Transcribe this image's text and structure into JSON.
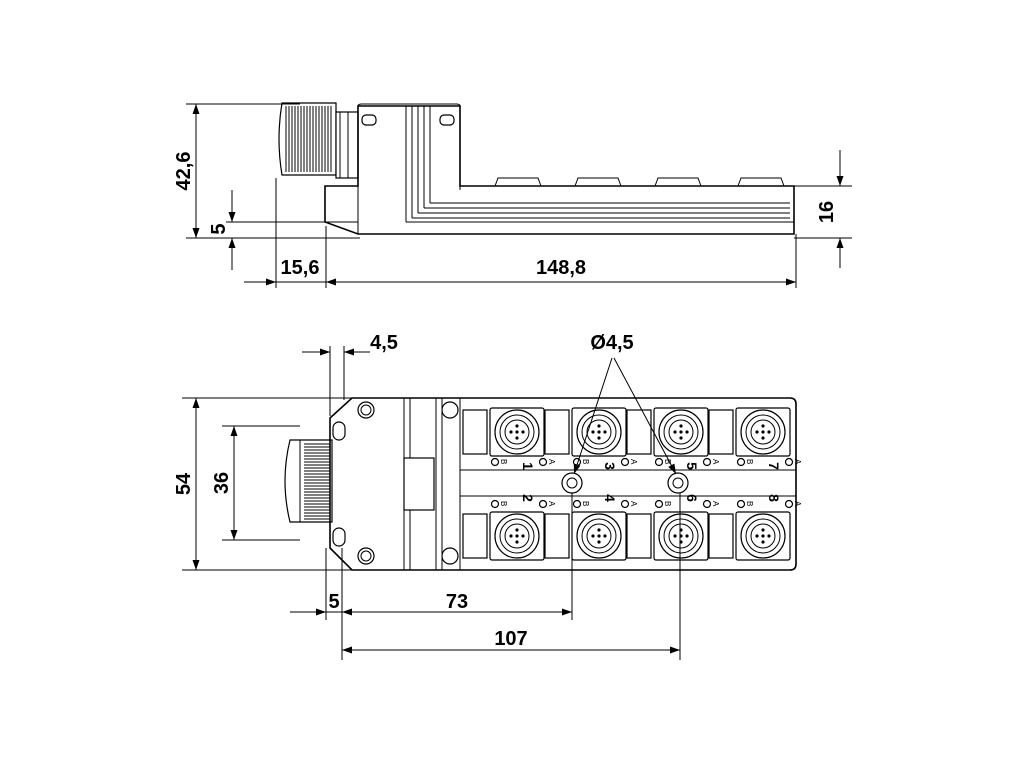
{
  "side_view": {
    "height_total": "42,6",
    "base_offset": "5",
    "body_height": "16",
    "gland_length": "15,6",
    "body_length": "148,8"
  },
  "top_view": {
    "hole_offset": "4,5",
    "hole_diameter": "Ø4,5",
    "width_total": "54",
    "gland_width": "36",
    "edge_offset": "5",
    "hole1_distance": "73",
    "hole2_distance": "107",
    "ports": [
      "1",
      "2",
      "3",
      "4",
      "5",
      "6",
      "7",
      "8"
    ],
    "led_a": "A",
    "led_b": "B"
  }
}
